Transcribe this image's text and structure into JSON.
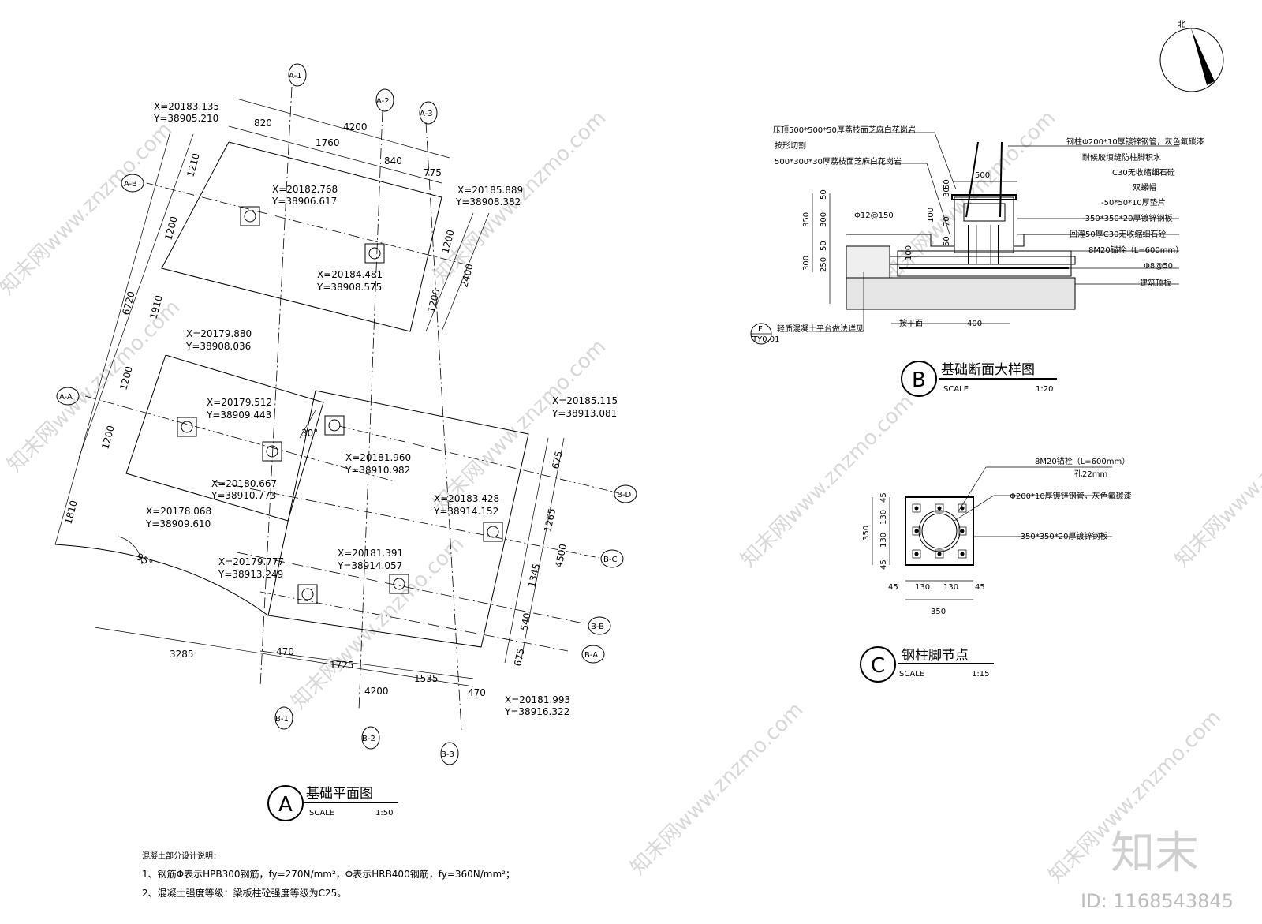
{
  "plan": {
    "grid_labels": {
      "a1": "A-1",
      "a2": "A-2",
      "a3": "A-3",
      "aa": "A-A",
      "ab": "A-B",
      "b1": "B-1",
      "b2": "B-2",
      "b3": "B-3",
      "ba": "B-A",
      "bb": "B-B",
      "bc": "B-C",
      "bd": "B-D"
    },
    "coords": {
      "c1": [
        "X=20183.135",
        "Y=38905.210"
      ],
      "c2": [
        "X=20182.768",
        "Y=38906.617"
      ],
      "c3": [
        "X=20185.889",
        "Y=38908.382"
      ],
      "c4": [
        "X=20184.481",
        "Y=38908.575"
      ],
      "c5": [
        "X=20179.880",
        "Y=38908.036"
      ],
      "c6": [
        "X=20179.512",
        "Y=38909.443"
      ],
      "c7": [
        "X=20185.115",
        "Y=38913.081"
      ],
      "c8": [
        "X=20181.960",
        "Y=38910.982"
      ],
      "c9": [
        "X=20180.667",
        "Y=38910.773"
      ],
      "c10": [
        "X=20178.068",
        "Y=38909.610"
      ],
      "c11": [
        "X=20183.428",
        "Y=38914.152"
      ],
      "c12": [
        "X=20179.777",
        "Y=38913.249"
      ],
      "c13": [
        "X=20181.391",
        "Y=38914.057"
      ],
      "c14": [
        "X=20181.993",
        "Y=38916.322"
      ]
    },
    "dims": {
      "top_820": "820",
      "top_4200": "4200",
      "top_1760": "1760",
      "top_840": "840",
      "top_775": "775",
      "left_1210": "1210",
      "left_1200a": "1200",
      "left_6720": "6720",
      "left_1910": "1910",
      "left_1200b": "1200",
      "left_1200c": "1200",
      "left_1810": "1810",
      "right_1200a": "1200",
      "right_2400": "2400",
      "right_1200b": "1200",
      "angle_30": "30°",
      "angle_95": "95°",
      "r_675a": "675",
      "r_1265": "1265",
      "r_4500": "4500",
      "r_1345": "1345",
      "r_540": "540",
      "r_675b": "675",
      "b_3285": "3285",
      "b_470a": "470",
      "b_1725": "1725",
      "b_4200": "4200",
      "b_1535": "1535",
      "b_470b": "470"
    },
    "title": {
      "letter": "A",
      "name": "基础平面图",
      "scale_label": "SCALE",
      "scale": "1:50"
    }
  },
  "section": {
    "left_notes": [
      "压顶500*500*50厚荔枝面芝麻白花岗岩",
      "按形切割",
      "500*300*30厚荔枝面芝麻白花岗岩"
    ],
    "right_notes": [
      "钢柱Φ200*10厚镀锌钢管，灰色氟碳漆",
      "耐候胶填缝防柱脚积水",
      "C30无收缩细石砼",
      "双螺帽",
      "-50*50*10厚垫片",
      "-350*350*20厚镀锌钢板",
      "回灌50厚C30无收缩细石砼",
      "8M20锚栓（L=600mm）",
      "Φ8@50",
      "建筑顶板"
    ],
    "rebar": "Φ12@150",
    "dims_left": [
      "50",
      "350",
      "300",
      "50",
      "300",
      "250"
    ],
    "dims_inner": [
      "30",
      "50",
      "100",
      "70",
      "50",
      "100"
    ],
    "dim_500": "500",
    "dim_anping": "按平面",
    "dim_400": "400",
    "ref_letter": "F",
    "ref_sheet": "TY0.01",
    "ref_note": "轻质混凝土平台做法详见",
    "title": {
      "letter": "B",
      "name": "基础断面大样图",
      "scale_label": "SCALE",
      "scale": "1:20"
    }
  },
  "node": {
    "notes": [
      "8M20锚栓（L=600mm）",
      "孔22mm",
      "Φ200*10厚镀锌钢管，灰色氟碳漆",
      "-350*350*20厚镀锌钢板"
    ],
    "dims_v": [
      "45",
      "130",
      "130",
      "45",
      "350"
    ],
    "dims_h": [
      "45",
      "130",
      "130",
      "45",
      "350"
    ],
    "title": {
      "letter": "C",
      "name": "钢柱脚节点",
      "scale_label": "SCALE",
      "scale": "1:15"
    }
  },
  "north": {
    "label": "北"
  },
  "notes": {
    "heading": "混凝土部分设计说明：",
    "line1": "1、钢筋Φ表示HPB300钢筋，fy=270N/mm²，Φ表示HRB400钢筋，fy=360N/mm²；",
    "line2": "2、混凝土强度等级：梁板柱砼强度等级为C25。"
  },
  "watermark": {
    "text": "知末网www.znzmo.com",
    "logo": "知末",
    "id": "ID: 1168543845"
  }
}
